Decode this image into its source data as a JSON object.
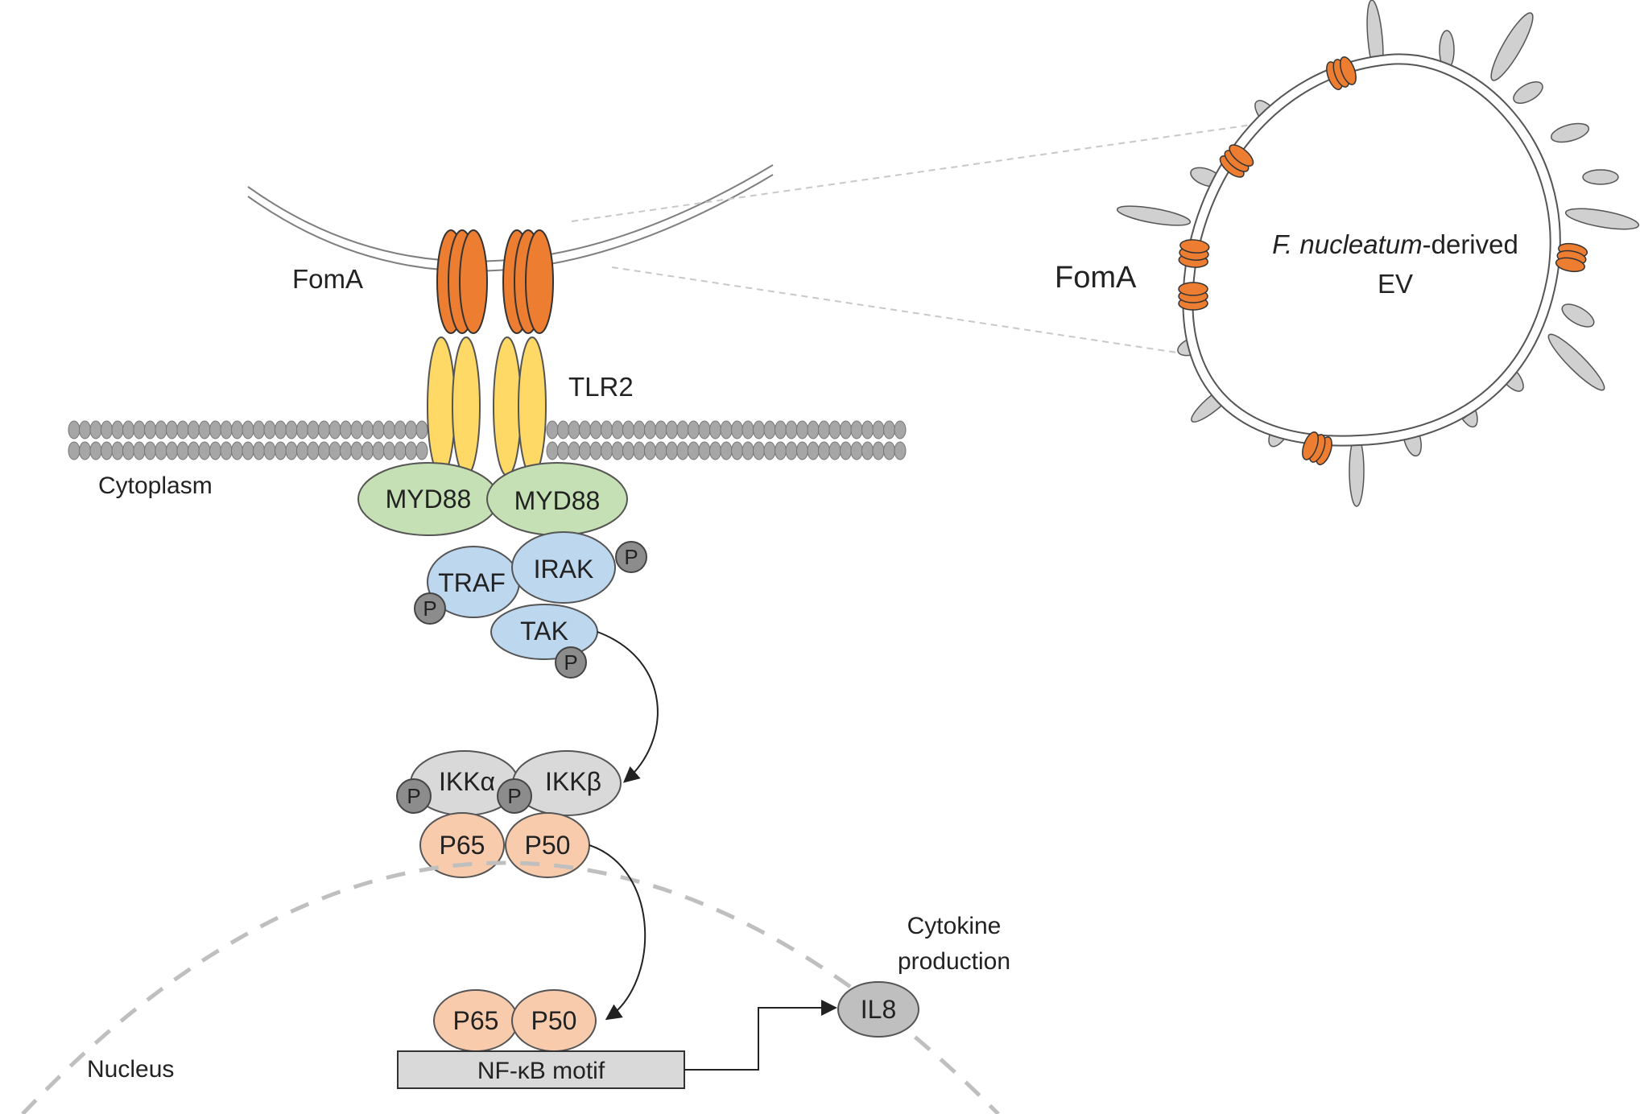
{
  "labels": {
    "foma_left": "FomA",
    "tlr2": "TLR2",
    "cytoplasm": "Cytoplasm",
    "nucleus": "Nucleus",
    "foma_right": "FomA",
    "ev_species": "F. nucleatum",
    "ev_suffix": "-derived",
    "ev_line2": "EV",
    "cytokine_line1": "Cytokine",
    "cytokine_line2": "production"
  },
  "proteins": {
    "myd88_left": "MYD88",
    "myd88_right": "MYD88",
    "traf": "TRAF",
    "irak": "IRAK",
    "tak": "TAK",
    "ikk_alpha": "IKKα",
    "ikk_beta": "IKKβ",
    "p65_top": "P65",
    "p50_top": "P50",
    "p65_bottom": "P65",
    "p50_bottom": "P50",
    "il8": "IL8",
    "nfkb_motif": "NF-κB motif",
    "phospho": "P"
  },
  "colors": {
    "foma": "#ed7d31",
    "tlr2": "#ffd966",
    "myd88": "#c5e0b4",
    "traf_irak_tak": "#bdd7ee",
    "ikk": "#d9d9d9",
    "p65_p50": "#f8cbad",
    "phospho": "#8c8c8c",
    "il8": "#bfbfbf",
    "lipid": "#a6a6a6",
    "ev_spike": "#d0d0d0"
  }
}
